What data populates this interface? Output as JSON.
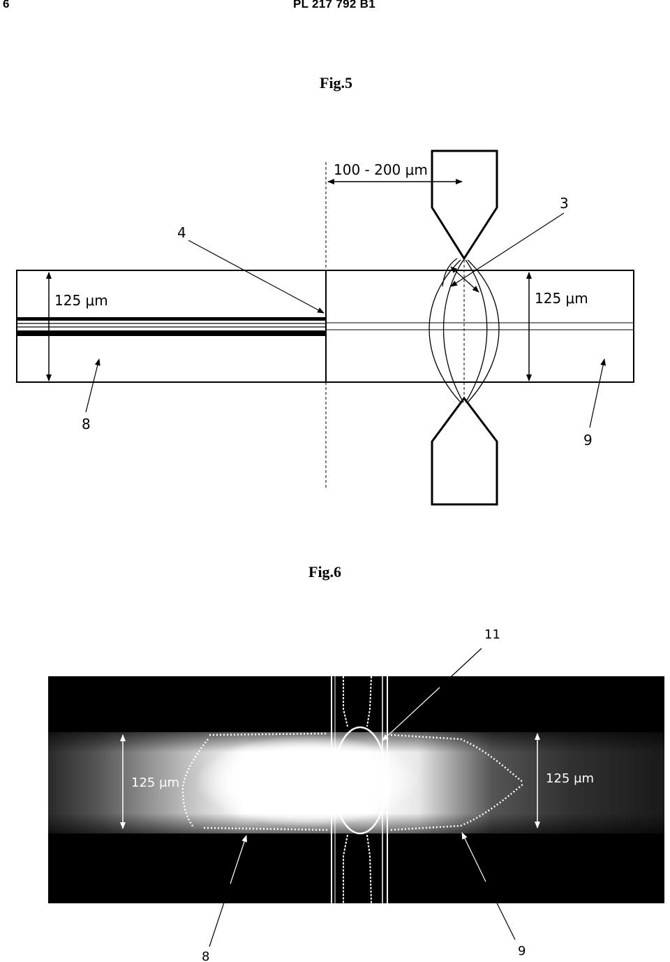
{
  "header": {
    "page_number": "6",
    "document_id": "PL 217 792 B1"
  },
  "fig5": {
    "caption": "Fig.5",
    "dim_gap": "100 - 200 μm",
    "dim_left": "125 μm",
    "dim_right": "125 μm",
    "ref_3": "3",
    "ref_4": "4",
    "ref_8": "8",
    "ref_9": "9"
  },
  "fig6": {
    "caption": "Fig.6",
    "dim_left": "125 μm",
    "dim_right": "125 μm",
    "ref_11": "11",
    "ref_8": "8",
    "ref_9": "9"
  }
}
